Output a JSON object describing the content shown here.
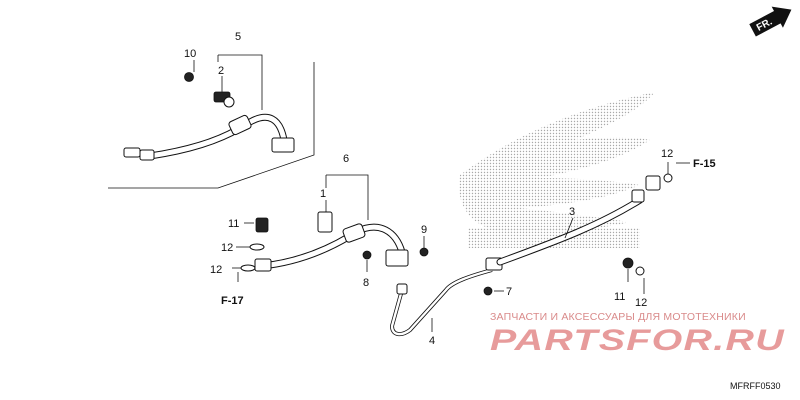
{
  "diagram": {
    "direction_label": "FR.",
    "callouts": {
      "c1": "1",
      "c2": "2",
      "c3": "3",
      "c4": "4",
      "c5": "5",
      "c6": "6",
      "c7": "7",
      "c8": "8",
      "c9": "9",
      "c10": "10",
      "c11a": "11",
      "c11b": "11",
      "c12a": "12",
      "c12b": "12",
      "c12c": "12",
      "c12d": "12"
    },
    "section_refs": {
      "f15": "F-15",
      "f17": "F-17"
    },
    "watermark": {
      "tagline": "ЗАПЧАСТИ И АКСЕССУАРЫ ДЛЯ МОТОТЕХНИКИ",
      "logo": "PARTSFOR.RU"
    },
    "diagram_code": "MFRFF0530"
  }
}
